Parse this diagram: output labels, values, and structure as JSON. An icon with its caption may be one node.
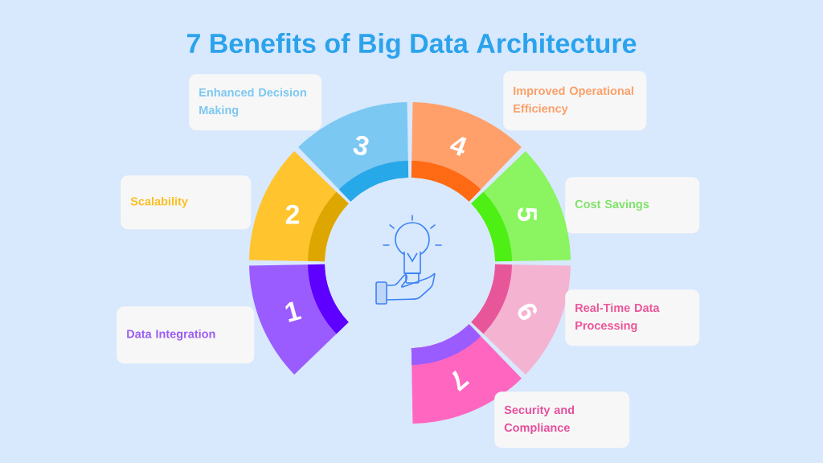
{
  "diagram": {
    "title": "7 Benefits of Big Data Architecture",
    "nodes": [
      {
        "text": [
          "Enhanced Decision Making"
        ]
      },
      {
        "text": [
          "Improved Operational Efficiency"
        ]
      },
      {
        "text": [
          "Scalability"
        ]
      },
      {
        "text": [
          "Cost Savings"
        ]
      },
      {
        "text": [
          "3"
        ]
      },
      {
        "text": [
          "4"
        ]
      },
      {
        "text": [
          "2"
        ]
      },
      {
        "text": [
          "5"
        ]
      },
      {
        "text": [
          "1"
        ]
      },
      {
        "text": [
          "6"
        ]
      },
      {
        "text": [
          "Real-Time Data Processing"
        ]
      },
      {
        "text": [
          "Data Integration"
        ]
      },
      {
        "text": [
          "7"
        ]
      },
      {
        "text": [
          "Security and Compliance"
        ]
      }
    ],
    "edges": []
  }
}
